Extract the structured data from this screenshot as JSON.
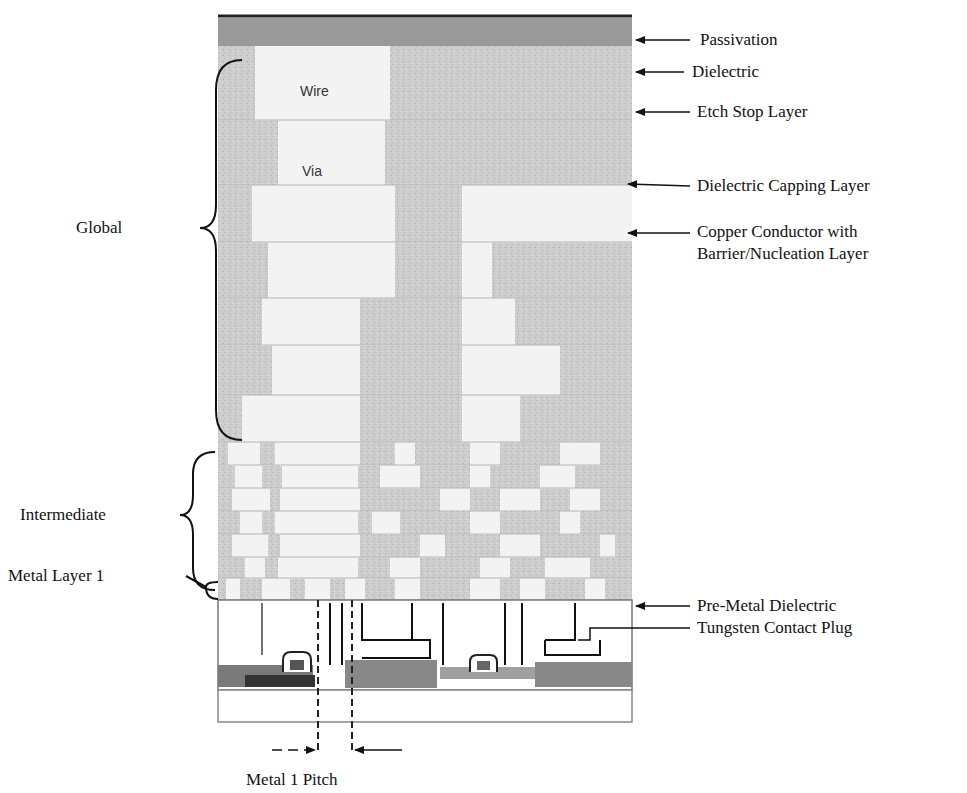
{
  "diagram": {
    "labels": [
      "Passivation",
      "Dielectric",
      "Etch Stop Layer",
      "Dielectric Capping Layer",
      "Copper Conductor with Barrier/Nucleation Layer",
      "Global",
      "Intermediate",
      "Metal Layer 1",
      "Pre-Metal Dielectric",
      "Tungsten Contact Plug",
      "Metal 1 Pitch",
      "Wire",
      "Via"
    ]
  }
}
